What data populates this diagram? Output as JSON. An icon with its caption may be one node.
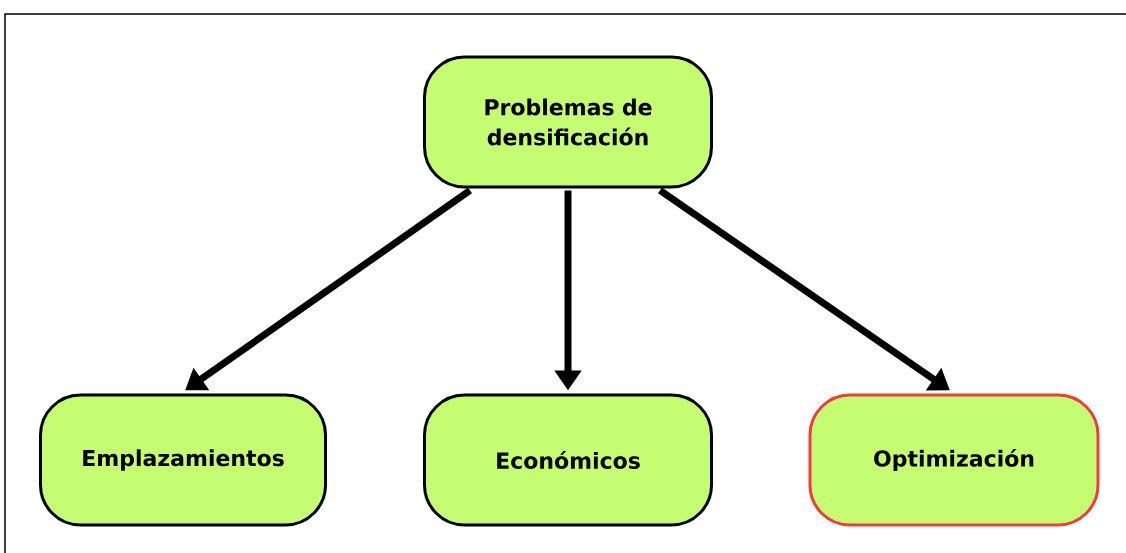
{
  "diagram": {
    "nodes": [
      {
        "text": [
          "Problemas de densificación"
        ]
      },
      {
        "text": [
          "Emplazamientos"
        ]
      },
      {
        "text": [
          "Económicos"
        ]
      },
      {
        "text": [
          "Optimización"
        ]
      }
    ],
    "edges": [
      {
        "from": 0,
        "to": 1,
        "arrow": "to"
      },
      {
        "from": 0,
        "to": 2,
        "arrow": "to"
      },
      {
        "from": 0,
        "to": 3,
        "arrow": "to"
      }
    ]
  }
}
